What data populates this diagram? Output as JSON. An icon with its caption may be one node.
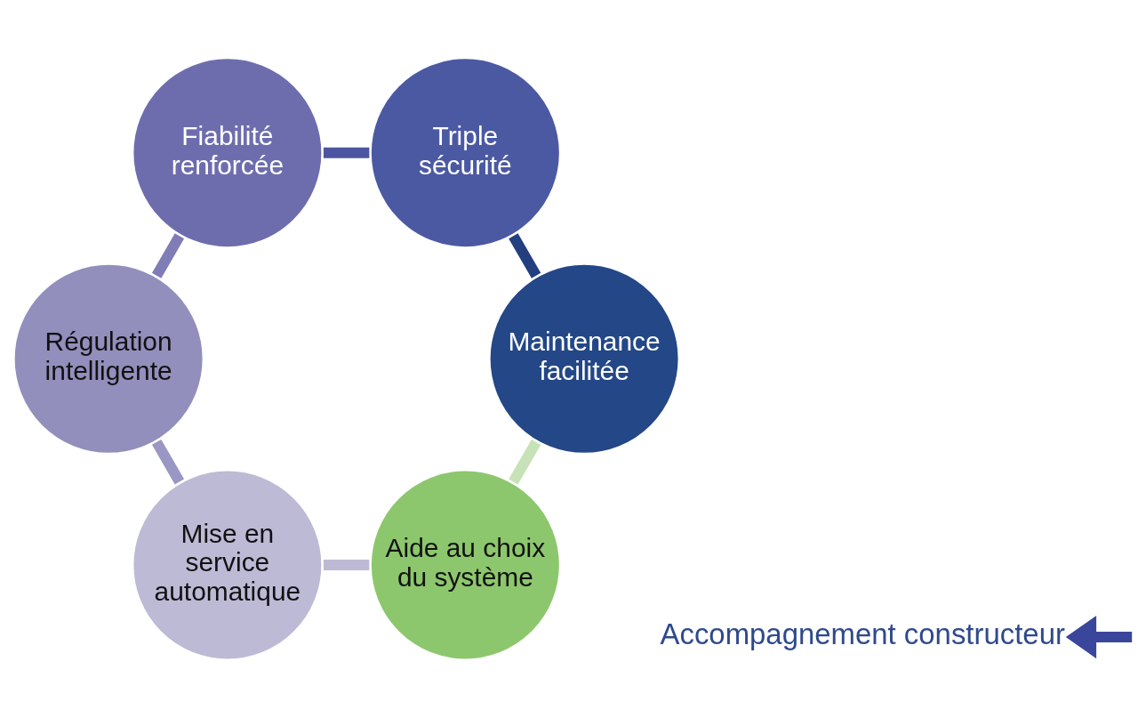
{
  "diagram": {
    "nodes": [
      {
        "text": [
          "Aide au choix du système"
        ]
      },
      {
        "text": [
          "Mise en service automatique"
        ]
      },
      {
        "text": [
          "Régulation intelligente"
        ]
      },
      {
        "text": [
          "Fiabilité renforcée"
        ]
      },
      {
        "text": [
          "Triple sécurité"
        ]
      },
      {
        "text": [
          "Maintenance facilitée"
        ]
      },
      {
        "text": [
          "Accompagnement constructeur"
        ]
      }
    ],
    "edges": [
      {
        "from": 0,
        "to": 1,
        "arrow": "none",
        "color": "#bdbad6"
      },
      {
        "from": 1,
        "to": 2,
        "arrow": "none",
        "color": "#9a97c4"
      },
      {
        "from": 2,
        "to": 3,
        "arrow": "none",
        "color": "#7f7cb6"
      },
      {
        "from": 3,
        "to": 4,
        "arrow": "none",
        "color": "#4b55a0"
      },
      {
        "from": 4,
        "to": 5,
        "arrow": "none",
        "color": "#233f80"
      },
      {
        "from": 5,
        "to": 0,
        "arrow": "none",
        "color": "#c6e2b6"
      },
      {
        "from": null,
        "to": 6,
        "arrow": "to",
        "color": "#3a469c"
      }
    ]
  }
}
